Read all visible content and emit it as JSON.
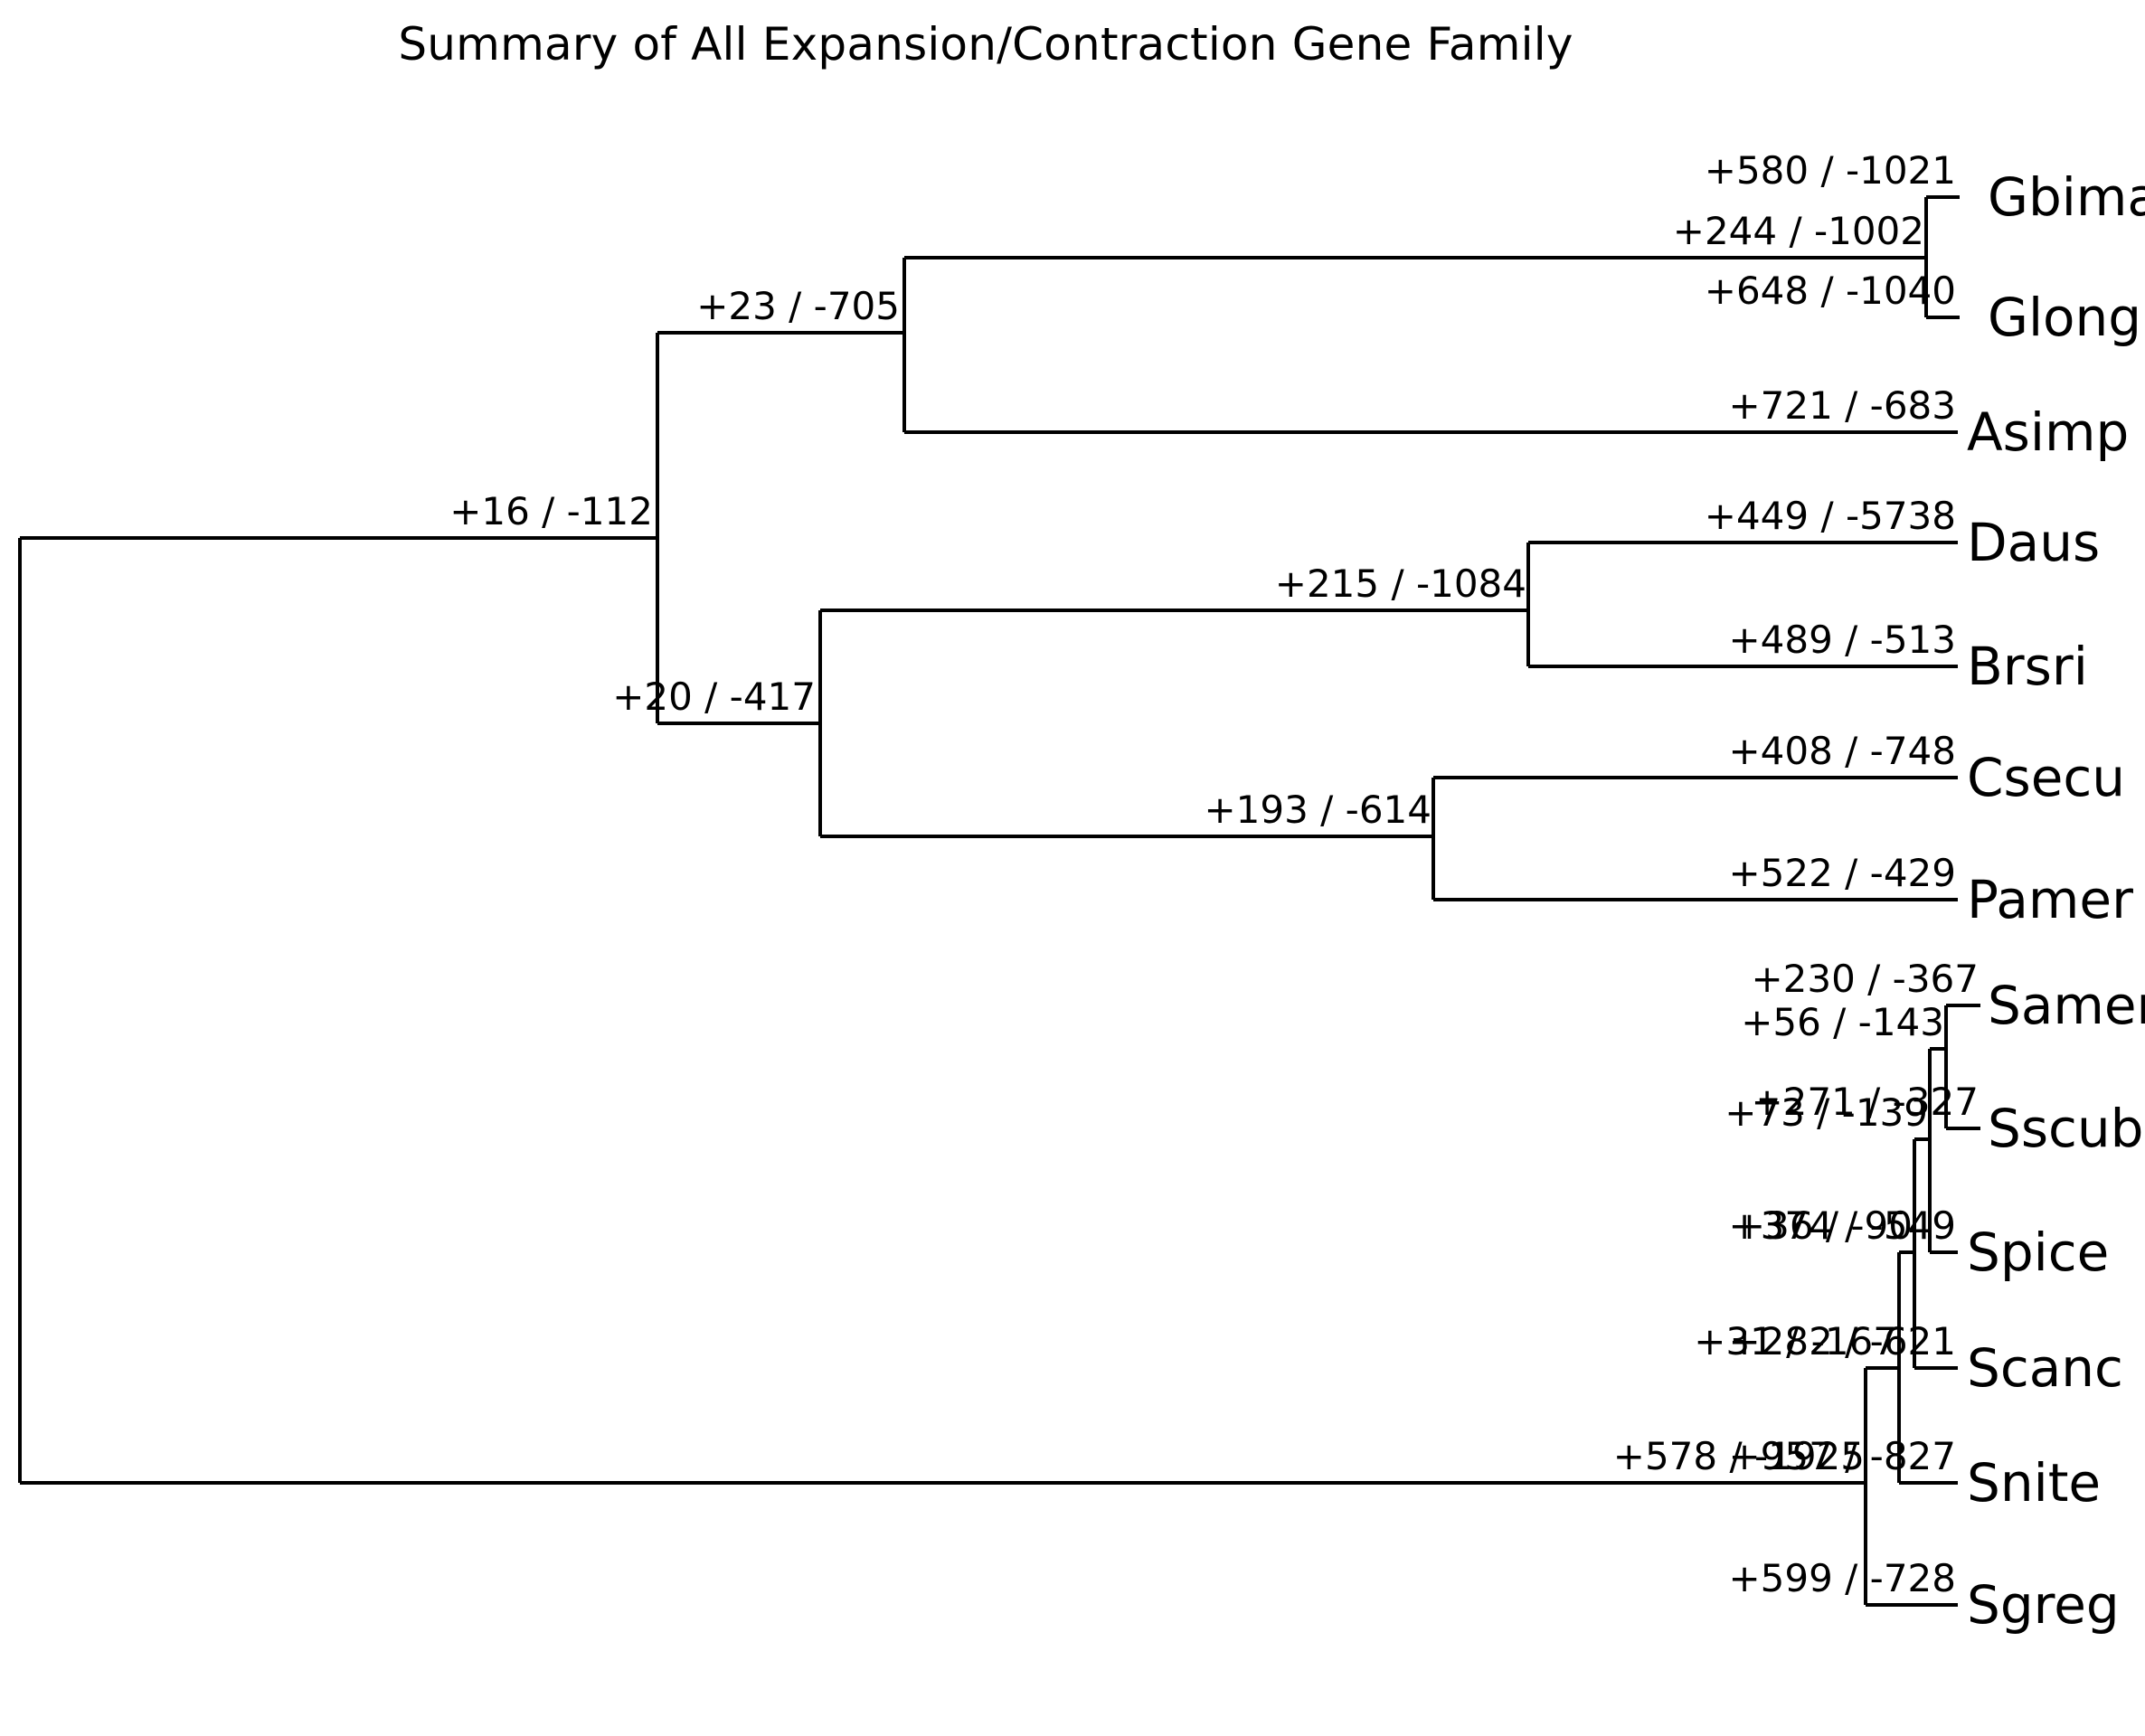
{
  "title": "Summary of All Expansion/Contraction Gene Family",
  "chart_data": {
    "type": "tree",
    "title": "Summary of All Expansion/Contraction Gene Family",
    "description": "Phylogenetic tree (CAFE style) annotated with gene family expansion (+) and contraction (-) counts on each branch.",
    "label_format": "+expansions / -contractions",
    "tips": [
      {
        "name": "Gbima",
        "expansions": 580,
        "contractions": 1021,
        "label": "+580 / -1021"
      },
      {
        "name": "Glong",
        "expansions": 648,
        "contractions": 1040,
        "label": "+648 / -1040"
      },
      {
        "name": "Asimp",
        "expansions": 721,
        "contractions": 683,
        "label": "+721 / -683"
      },
      {
        "name": "Daus",
        "expansions": 449,
        "contractions": 5738,
        "label": "+449 / -5738"
      },
      {
        "name": "Brsri",
        "expansions": 489,
        "contractions": 513,
        "label": "+489 / -513"
      },
      {
        "name": "Csecu",
        "expansions": 408,
        "contractions": 748,
        "label": "+408 / -748"
      },
      {
        "name": "Pamer",
        "expansions": 522,
        "contractions": 429,
        "label": "+522 / -429"
      },
      {
        "name": "Samer",
        "expansions": 230,
        "contractions": 367,
        "label": "+230 / -367"
      },
      {
        "name": "Sscub",
        "expansions": 271,
        "contractions": 327,
        "label": "+271 / -327"
      },
      {
        "name": "Spice",
        "expansions": 374,
        "contractions": 549,
        "label": "+374 / -549"
      },
      {
        "name": "Scanc",
        "expansions": 282,
        "contractions": 621,
        "label": "+282 / -621"
      },
      {
        "name": "Snite",
        "expansions": 957,
        "contractions": 827,
        "label": "+957 / -827"
      },
      {
        "name": "Sgreg",
        "expansions": 599,
        "contractions": 728,
        "label": "+599 / -728"
      }
    ],
    "internal_nodes": [
      {
        "id": "n_top",
        "expansions": 16,
        "contractions": 112,
        "label": "+16 / -112"
      },
      {
        "id": "n_gba",
        "expansions": 23,
        "contractions": 705,
        "label": "+23 / -705"
      },
      {
        "id": "n_gb",
        "expansions": 244,
        "contractions": 1002,
        "label": "+244 / -1002"
      },
      {
        "id": "n_dbcp",
        "expansions": 20,
        "contractions": 417,
        "label": "+20 / -417"
      },
      {
        "id": "n_db",
        "expansions": 215,
        "contractions": 1084,
        "label": "+215 / -1084"
      },
      {
        "id": "n_cp",
        "expansions": 193,
        "contractions": 614,
        "label": "+193 / -614"
      },
      {
        "id": "n_sclade",
        "expansions": 578,
        "contractions": 1925,
        "label": "+578 / -1925"
      },
      {
        "id": "n_s1",
        "expansions": 31,
        "contractions": 167,
        "label": "+31 / -167"
      },
      {
        "id": "n_s2",
        "expansions": 36,
        "contractions": 90,
        "label": "+36 / -90"
      },
      {
        "id": "n_s3",
        "expansions": 73,
        "contractions": 139,
        "label": "+73 / -139"
      },
      {
        "id": "n_s4",
        "expansions": 56,
        "contractions": 143,
        "label": "+56 / -143"
      }
    ]
  },
  "tips": {
    "gbima": {
      "name": "Gbima",
      "label": "+580 / -1021"
    },
    "glong": {
      "name": "Glong",
      "label": "+648 / -1040"
    },
    "asimp": {
      "name": "Asimp",
      "label": "+721 / -683"
    },
    "daus": {
      "name": "Daus",
      "label": "+449 / -5738"
    },
    "brsri": {
      "name": "Brsri",
      "label": "+489 / -513"
    },
    "csecu": {
      "name": "Csecu",
      "label": "+408 / -748"
    },
    "pamer": {
      "name": "Pamer",
      "label": "+522 / -429"
    },
    "samer": {
      "name": "Samer",
      "label": "+230 / -367"
    },
    "sscub": {
      "name": "Sscub",
      "label": "+271 / -327"
    },
    "spice": {
      "name": "Spice",
      "label": "+374 / -549"
    },
    "scanc": {
      "name": "Scanc",
      "label": "+282 / -621"
    },
    "snite": {
      "name": "Snite",
      "label": "+957 / -827"
    },
    "sgreg": {
      "name": "Sgreg",
      "label": "+599 / -728"
    }
  },
  "nodes": {
    "n_top": {
      "label": "+16 / -112"
    },
    "n_gba": {
      "label": "+23 / -705"
    },
    "n_gb": {
      "label": "+244 / -1002"
    },
    "n_dbcp": {
      "label": "+20 / -417"
    },
    "n_db": {
      "label": "+215 / -1084"
    },
    "n_cp": {
      "label": "+193 / -614"
    },
    "n_sclade": {
      "label": "+578 / -1925"
    },
    "n_s1": {
      "label": "+31 / -167"
    },
    "n_s2": {
      "label": "+36 / -90"
    },
    "n_s3": {
      "label": "+73 / -139"
    },
    "n_s4": {
      "label": "+56 / -143"
    }
  },
  "colors": {
    "background": "#ffffff",
    "line": "#000000",
    "text": "#000000"
  }
}
